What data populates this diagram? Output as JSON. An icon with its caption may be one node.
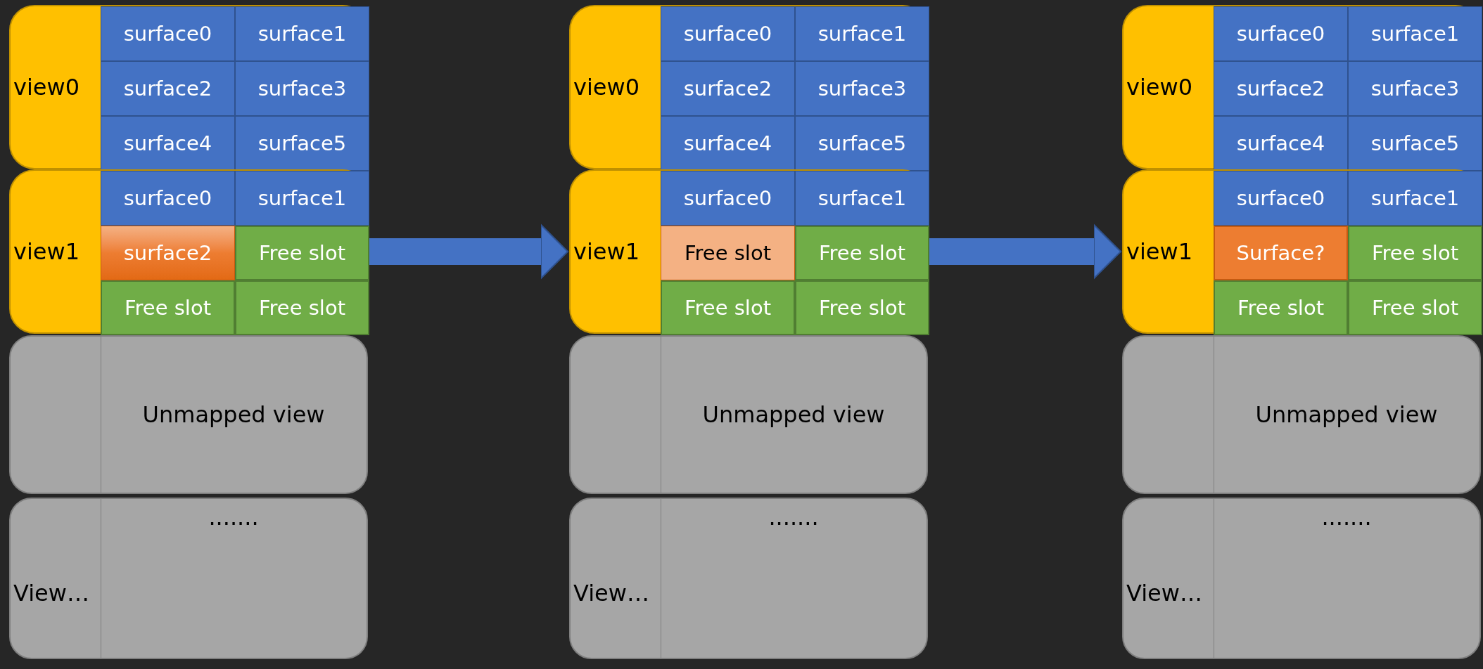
{
  "diagram": {
    "nodes": [
      {
        "text": [
          "view0"
        ]
      },
      {
        "text": [
          "surface0"
        ],
        "in": 0
      },
      {
        "text": [
          "surface1"
        ],
        "in": 0
      },
      {
        "text": [
          "surface2"
        ],
        "in": 0
      },
      {
        "text": [
          "surface3"
        ],
        "in": 0
      },
      {
        "text": [
          "surface4"
        ],
        "in": 0
      },
      {
        "text": [
          "surface5"
        ],
        "in": 0
      },
      {
        "text": [
          "view1"
        ]
      },
      {
        "text": [
          "surface0"
        ],
        "in": 7
      },
      {
        "text": [
          "surface1"
        ],
        "in": 7
      },
      {
        "text": [
          "surface2"
        ],
        "in": 7
      },
      {
        "text": [
          "Free slot"
        ],
        "in": 7
      },
      {
        "text": [
          "Free slot"
        ],
        "in": 7
      },
      {
        "text": [
          "Free slot"
        ],
        "in": 7
      },
      {
        "text": [
          "Unmapped view"
        ]
      },
      {
        "text": [
          "View…",
          "......."
        ]
      },
      {
        "text": [
          "view0"
        ]
      },
      {
        "text": [
          "surface0"
        ],
        "in": 16
      },
      {
        "text": [
          "surface1"
        ],
        "in": 16
      },
      {
        "text": [
          "surface2"
        ],
        "in": 16
      },
      {
        "text": [
          "surface3"
        ],
        "in": 16
      },
      {
        "text": [
          "surface4"
        ],
        "in": 16
      },
      {
        "text": [
          "surface5"
        ],
        "in": 16
      },
      {
        "text": [
          "view1"
        ]
      },
      {
        "text": [
          "surface0"
        ],
        "in": 23
      },
      {
        "text": [
          "surface1"
        ],
        "in": 23
      },
      {
        "text": [
          "Free slot"
        ],
        "in": 23
      },
      {
        "text": [
          "Free slot"
        ],
        "in": 23
      },
      {
        "text": [
          "Free slot"
        ],
        "in": 23
      },
      {
        "text": [
          "Free slot"
        ],
        "in": 23
      },
      {
        "text": [
          "Unmapped view"
        ]
      },
      {
        "text": [
          "View…",
          "......."
        ]
      },
      {
        "text": [
          "view0"
        ]
      },
      {
        "text": [
          "surface0"
        ],
        "in": 32
      },
      {
        "text": [
          "surface1"
        ],
        "in": 32
      },
      {
        "text": [
          "surface2"
        ],
        "in": 32
      },
      {
        "text": [
          "surface3"
        ],
        "in": 32
      },
      {
        "text": [
          "surface4"
        ],
        "in": 32
      },
      {
        "text": [
          "surface5"
        ],
        "in": 32
      },
      {
        "text": [
          "view1"
        ]
      },
      {
        "text": [
          "surface0"
        ],
        "in": 39
      },
      {
        "text": [
          "surface1"
        ],
        "in": 39
      },
      {
        "text": [
          "Surface?"
        ],
        "in": 39
      },
      {
        "text": [
          "Free slot"
        ],
        "in": 39
      },
      {
        "text": [
          "Free slot"
        ],
        "in": 39
      },
      {
        "text": [
          "Free slot"
        ],
        "in": 39
      },
      {
        "text": [
          "Unmapped view"
        ]
      },
      {
        "text": [
          "View…",
          "......."
        ]
      }
    ],
    "edges": [
      {
        "from": 11,
        "to": 23,
        "arrow": "to"
      },
      {
        "from": 27,
        "to": 39,
        "arrow": "to"
      }
    ]
  }
}
